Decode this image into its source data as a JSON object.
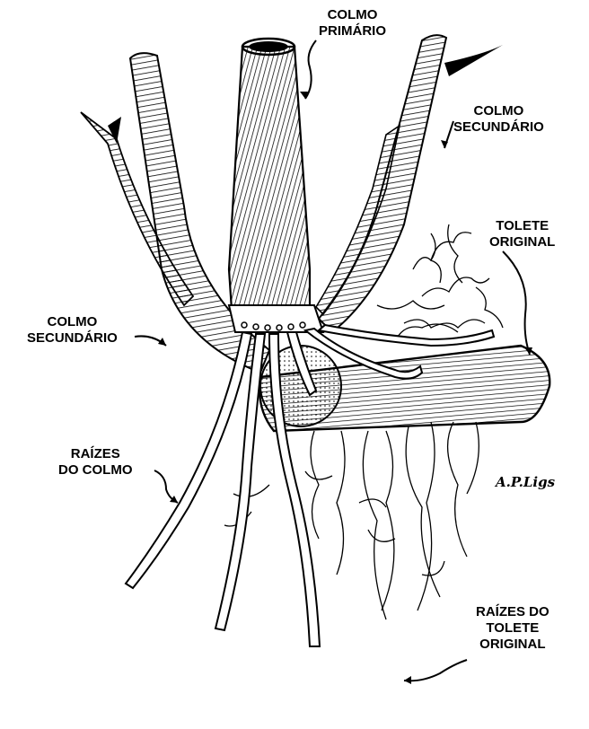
{
  "labels": {
    "colmo_primario": [
      "COLMO",
      "PRIMÁRIO"
    ],
    "colmo_secundario_right": [
      "COLMO",
      "SECUNDÁRIO"
    ],
    "tolete_original": [
      "TOLETE",
      "ORIGINAL"
    ],
    "colmo_secundario_left": [
      "COLMO",
      "SECUNDÁRIO"
    ],
    "raizes_do_colmo": [
      "RAÍZES",
      "DO COLMO"
    ],
    "raizes_do_tolete": [
      "RAÍZES DO",
      "TOLETE",
      "ORIGINAL"
    ]
  },
  "signature": "A.P.Ligs"
}
